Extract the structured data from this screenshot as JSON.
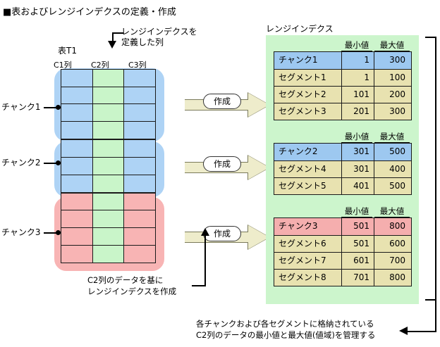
{
  "title": "■表およびレンジインデクスの定義・作成",
  "table_diagram": {
    "table_name": "表T1",
    "columns": [
      "C1列",
      "C2列",
      "C3列"
    ],
    "indexed_column_note": [
      "レンジインデクスを",
      "定義した列"
    ],
    "chunks": [
      {
        "label": "チャンク1",
        "rows": 4,
        "color": "#aed3f5"
      },
      {
        "label": "チャンク2",
        "rows": 3,
        "color": "#aed3f5"
      },
      {
        "label": "チャンク3",
        "rows": 4,
        "color": "#f8b4b4"
      }
    ],
    "indexed_column_fill": "#c9f5c9",
    "bottom_note": [
      "C2列のデータを基に",
      "レンジインデクスを作成"
    ]
  },
  "arrows": {
    "create_label": "作成",
    "fill": "#eeeccb"
  },
  "range_index": {
    "panel_title": "レンジインデクス",
    "panel_fill": "#ccf5cc",
    "headers": {
      "min": "最小値",
      "max": "最大値"
    },
    "tables": [
      {
        "rows": [
          {
            "name": "チャンク1",
            "min": "1",
            "max": "300",
            "kind": "chunk-blue"
          },
          {
            "name": "セグメント1",
            "min": "1",
            "max": "100",
            "kind": "seg"
          },
          {
            "name": "セグメント2",
            "min": "101",
            "max": "200",
            "kind": "seg"
          },
          {
            "name": "セグメント3",
            "min": "201",
            "max": "300",
            "kind": "seg"
          }
        ]
      },
      {
        "rows": [
          {
            "name": "チャンク2",
            "min": "301",
            "max": "500",
            "kind": "chunk-blue"
          },
          {
            "name": "セグメント4",
            "min": "301",
            "max": "400",
            "kind": "seg"
          },
          {
            "name": "セグメント5",
            "min": "401",
            "max": "500",
            "kind": "seg"
          }
        ]
      },
      {
        "rows": [
          {
            "name": "チャンク3",
            "min": "501",
            "max": "800",
            "kind": "chunk-pink"
          },
          {
            "name": "セグメント6",
            "min": "501",
            "max": "600",
            "kind": "seg"
          },
          {
            "name": "セグメント7",
            "min": "601",
            "max": "700",
            "kind": "seg"
          },
          {
            "name": "セグメント8",
            "min": "701",
            "max": "800",
            "kind": "seg"
          }
        ]
      }
    ]
  },
  "footer_note": [
    "各チャンクおよび各セグメントに格納されている",
    "C2列のデータの最小値と最大値(値域)を管理する"
  ]
}
